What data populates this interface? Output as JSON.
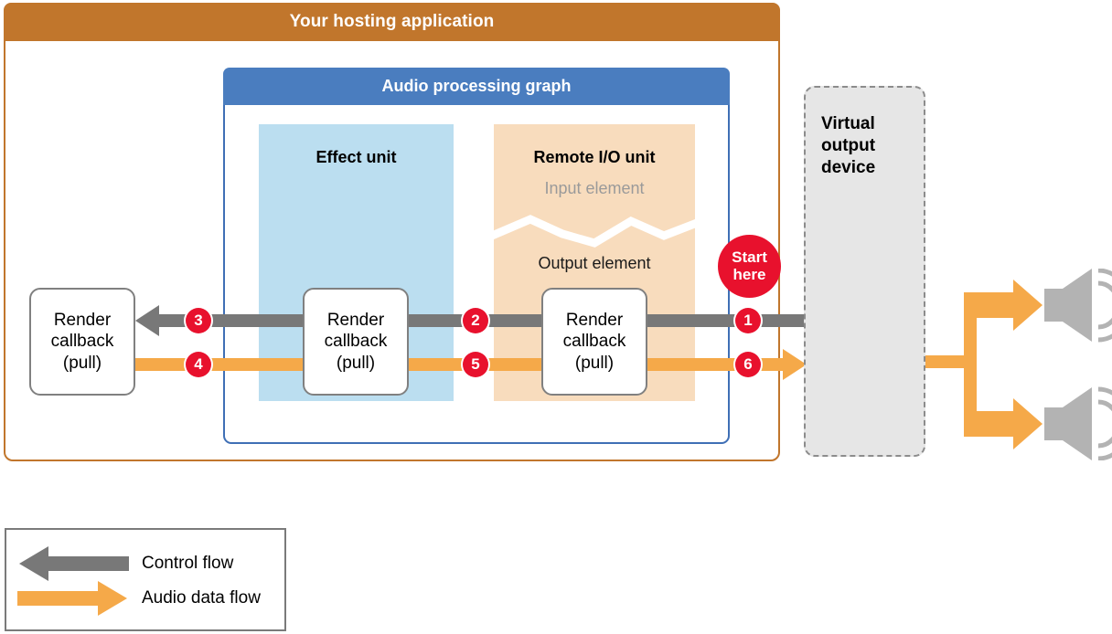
{
  "diagram": {
    "host": {
      "title": "Your hosting application"
    },
    "graph": {
      "title": "Audio processing graph"
    },
    "effect_unit": {
      "title": "Effect unit"
    },
    "remote_unit": {
      "title": "Remote I/O unit",
      "input_element": "Input element",
      "output_element": "Output element"
    },
    "callbacks": [
      {
        "line1": "Render",
        "line2": "callback",
        "line3": "(pull)"
      },
      {
        "line1": "Render",
        "line2": "callback",
        "line3": "(pull)"
      },
      {
        "line1": "Render",
        "line2": "callback",
        "line3": "(pull)"
      }
    ],
    "start_badge": {
      "line1": "Start",
      "line2": "here"
    },
    "step_badges": [
      {
        "number": "1"
      },
      {
        "number": "2"
      },
      {
        "number": "3"
      },
      {
        "number": "4"
      },
      {
        "number": "5"
      },
      {
        "number": "6"
      }
    ],
    "device": {
      "line1": "Virtual",
      "line2": "output",
      "line3": "device"
    },
    "legend": {
      "control_flow": "Control flow",
      "audio_data_flow": "Audio data flow"
    },
    "colors": {
      "host_header": "#c1762c",
      "graph_header": "#4a7dbf",
      "effect_unit_fill": "#bbdef0",
      "remote_unit_fill": "#f8dcbd",
      "control_flow": "#787878",
      "audio_flow": "#f5a949",
      "badge_red": "#e8112d",
      "device_fill": "#e6e6e6",
      "speaker_gray": "#b3b3b3"
    }
  }
}
